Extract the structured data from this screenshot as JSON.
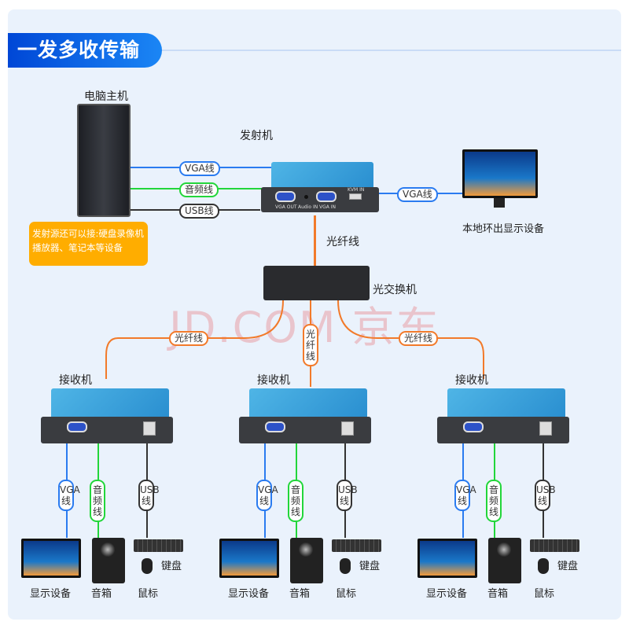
{
  "title": "一发多收传输",
  "source": {
    "label": "电脑主机",
    "note": "发射源还可以接:硬盘录像机播放器、笔记本等设备"
  },
  "transmitter": {
    "label": "发射机",
    "ports": [
      "VGA OUT",
      "Audio IN",
      "VGA IN",
      "KVM IN"
    ]
  },
  "cables": {
    "vga": "VGA线",
    "audio": "音频线",
    "usb": "USB线",
    "loop_vga": "VGA线",
    "fiber": "光纤线"
  },
  "local_monitor": {
    "label": "本地环出显示设备"
  },
  "switch": {
    "label": "光交换机"
  },
  "watermark": "JD.COM 京东",
  "fiber_labels": [
    "光纤线",
    "光纤线",
    "光纤线"
  ],
  "receivers": [
    {
      "label": "接收机",
      "vga": "VGA线",
      "audio": "音频线",
      "usb": "USB线",
      "display": "显示设备",
      "speaker": "音箱",
      "mouse": "鼠标",
      "keyboard": "键盘"
    },
    {
      "label": "接收机",
      "vga": "VGA线",
      "audio": "音频线",
      "usb": "USB线",
      "display": "显示设备",
      "speaker": "音箱",
      "mouse": "鼠标",
      "keyboard": "键盘"
    },
    {
      "label": "接收机",
      "vga": "VGA线",
      "audio": "音频线",
      "usb": "USB线",
      "display": "显示设备",
      "speaker": "音箱",
      "mouse": "鼠标",
      "keyboard": "键盘"
    }
  ],
  "colors": {
    "vga": "#2a7bf0",
    "audio": "#22d63a",
    "usb": "#333333",
    "fiber": "#f27a2a",
    "callout": "#ffad00"
  }
}
